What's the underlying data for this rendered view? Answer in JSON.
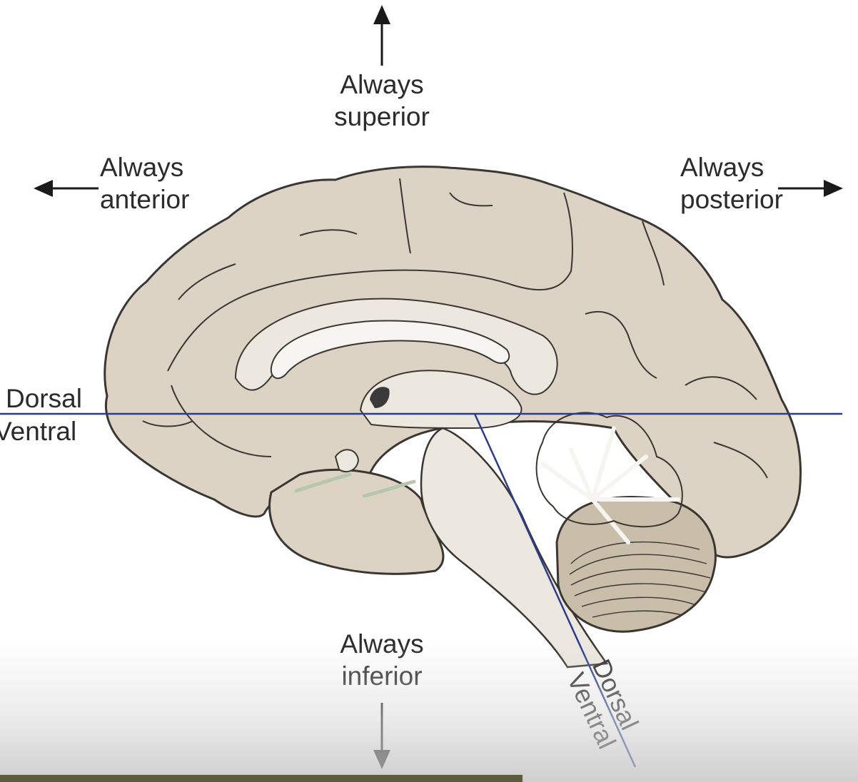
{
  "labels": {
    "superior": {
      "line1": "Always",
      "line2": "superior"
    },
    "anterior": {
      "line1": "Always",
      "line2": "anterior"
    },
    "posterior": {
      "line1": "Always",
      "line2": "posterior"
    },
    "inferior": {
      "line1": "Always",
      "line2": "inferior"
    },
    "horizontal_axis": {
      "dorsal": "Dorsal",
      "ventral": "Ventral"
    },
    "brainstem_axis": {
      "dorsal": "Dorsal",
      "ventral": "Ventral"
    }
  },
  "colors": {
    "brain_fill": "#dcd3c4",
    "brain_outline": "#3a3631",
    "inner_fill": "#ece7df",
    "white_fill": "#f7f5f1",
    "axis_line": "#2b3c8f",
    "text": "#2b2b2b",
    "footer_bar": "#5c5b3c"
  },
  "icons": [
    "arrow-up-icon",
    "arrow-left-icon",
    "arrow-right-icon",
    "arrow-down-icon"
  ]
}
